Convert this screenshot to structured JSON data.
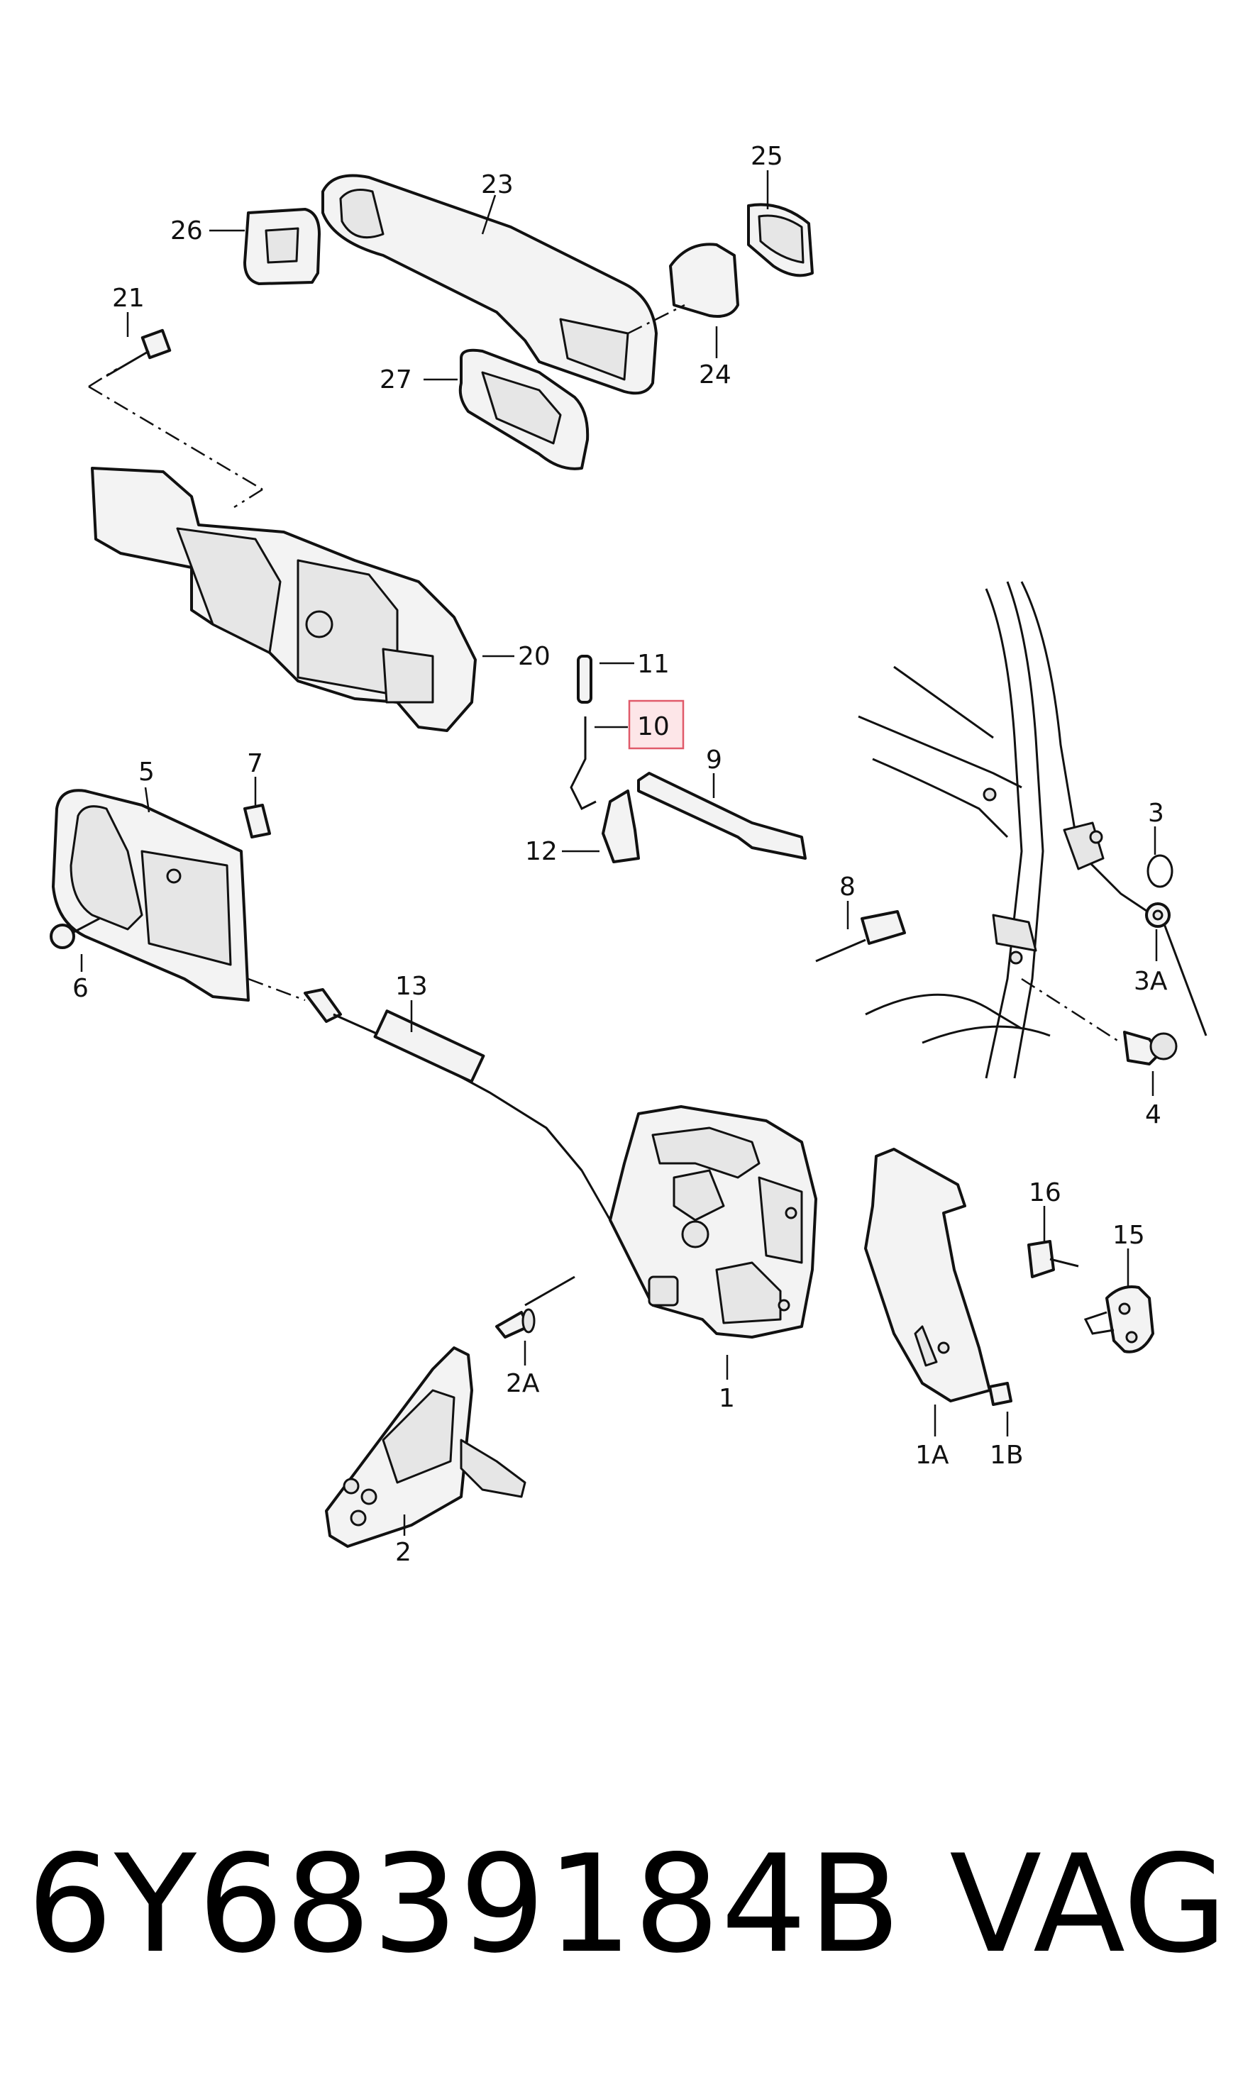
{
  "callouts": {
    "c1": "1",
    "c1A": "1A",
    "c1B": "1B",
    "c2": "2",
    "c2A": "2A",
    "c3": "3",
    "c3A": "3A",
    "c4": "4",
    "c5": "5",
    "c6": "6",
    "c7": "7",
    "c8": "8",
    "c9": "9",
    "c10": "10",
    "c11": "11",
    "c12": "12",
    "c13": "13",
    "c15": "15",
    "c16": "16",
    "c20": "20",
    "c21": "21",
    "c23": "23",
    "c24": "24",
    "c25": "25",
    "c26": "26",
    "c27": "27"
  },
  "highlighted_callout": "10",
  "highlight_color": "#e05a6a",
  "footer": {
    "part_number": "6Y6839184B",
    "brand": "VAG"
  }
}
